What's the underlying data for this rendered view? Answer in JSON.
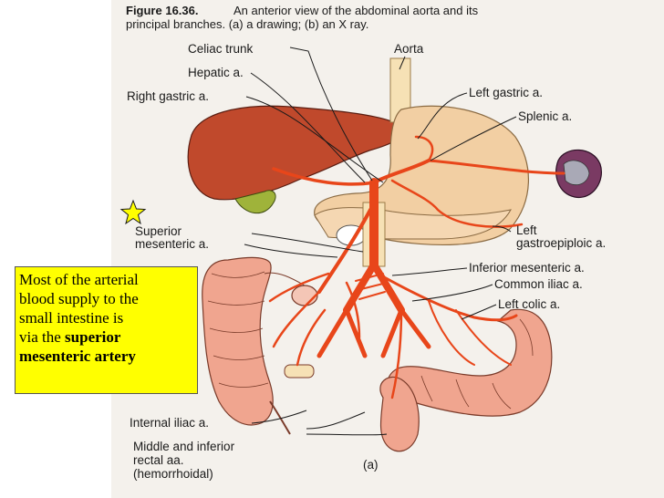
{
  "figure": {
    "caption_label": "Figure 16.36.",
    "caption_line1": "An anterior view of the abdominal aorta and its",
    "caption_line2": "principal branches. (a) a drawing; (b) an X ray.",
    "panel_label": "(a)"
  },
  "labels": {
    "celiac_trunk": "Celiac trunk",
    "aorta": "Aorta",
    "hepatic": "Hepatic a.",
    "right_gastric": "Right gastric a.",
    "left_gastric": "Left gastric a.",
    "splenic": "Splenic a.",
    "superior_mesenteric_1": "Superior",
    "superior_mesenteric_2": "mesenteric a.",
    "left_gastroepiploic_1": "Left",
    "left_gastroepiploic_2": "gastroepiploic a.",
    "inferior_mesenteric": "Inferior mesenteric a.",
    "common_iliac": "Common iliac a.",
    "left_colic": "Left colic a.",
    "internal_iliac": "Internal iliac a.",
    "rectal_1": "Middle and inferior",
    "rectal_2": "rectal aa.",
    "rectal_3": "(hemorrhoidal)"
  },
  "note": {
    "line1": "Most of the arterial",
    "line2": "blood supply to the",
    "line3": "small intestine is",
    "line4_prefix": "via the",
    "emphasis_line1": "superior",
    "emphasis_line2": "mesenteric artery"
  },
  "icons": {
    "marker": "star-icon"
  },
  "colors": {
    "artery": "#e8461a",
    "liver": "#c0492c",
    "stomach": "#f2cfa3",
    "intestine": "#f0a58f",
    "spleen": "#7a3a63",
    "note_bg": "#ffff00",
    "star": "#ffff00"
  }
}
